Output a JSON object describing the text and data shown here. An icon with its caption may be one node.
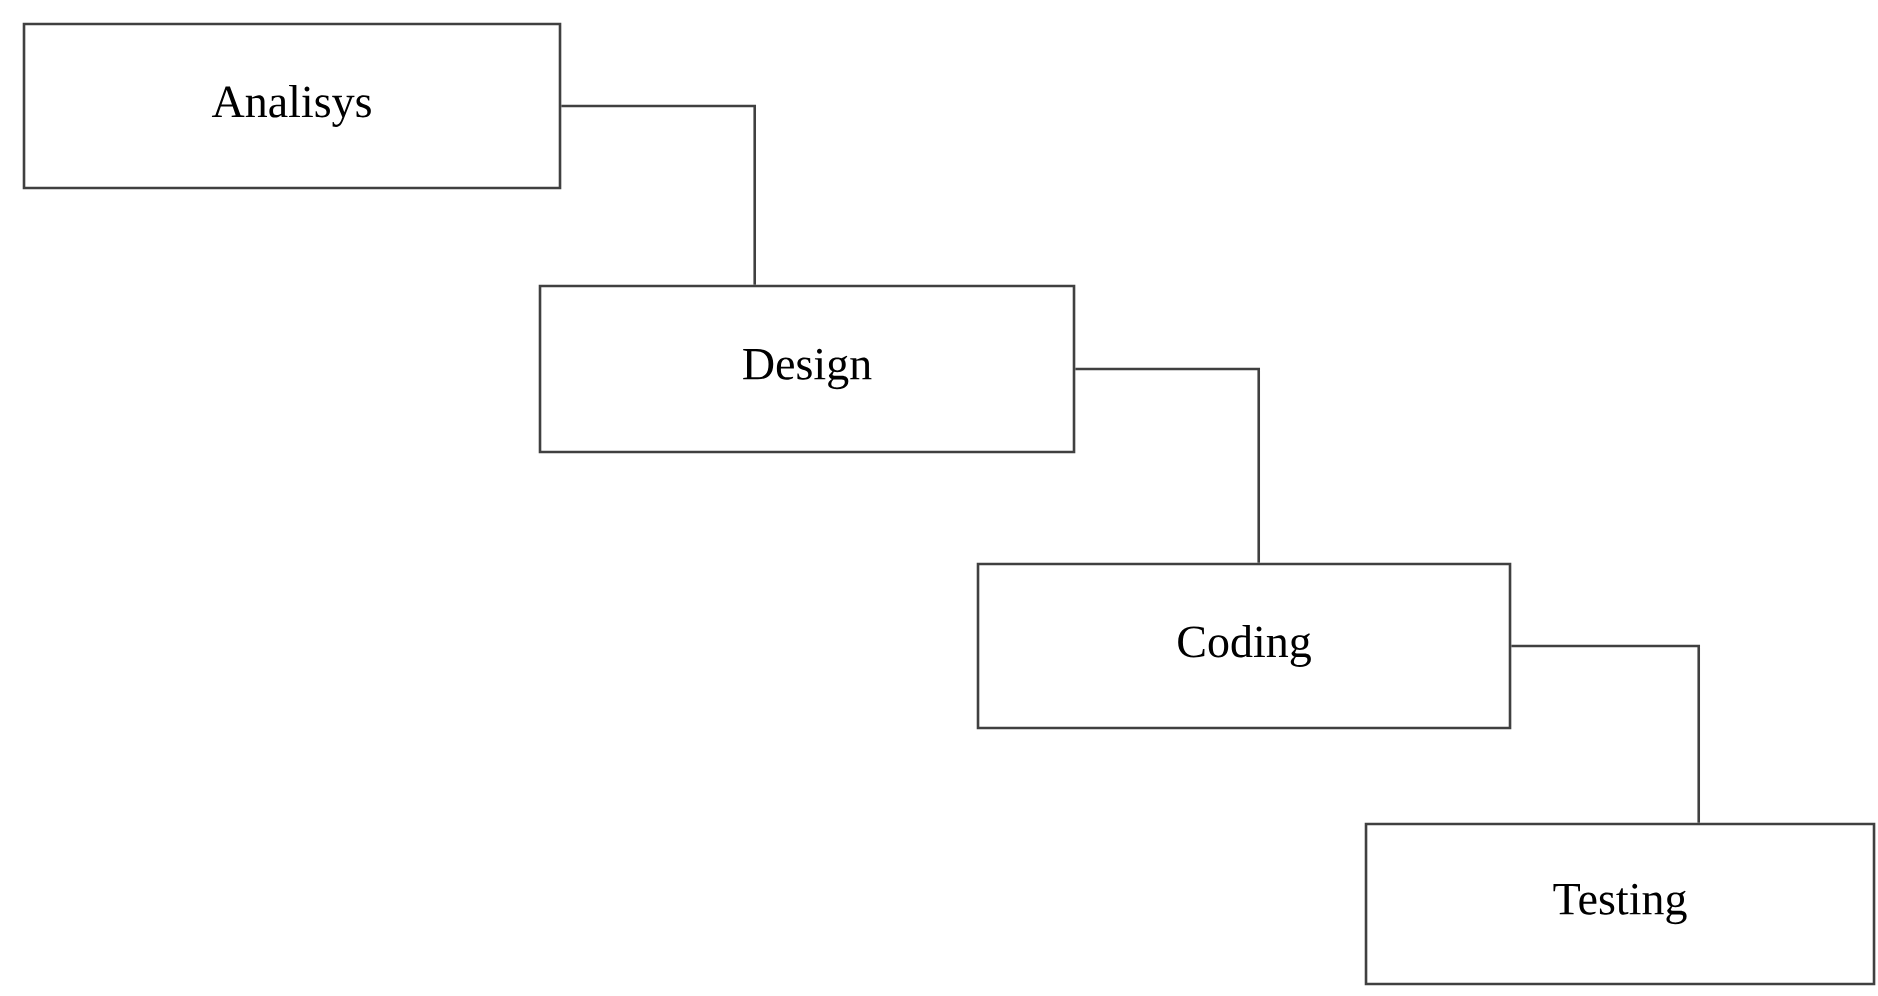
{
  "diagram": {
    "nodes": [
      {
        "text": [
          "Analisys"
        ]
      },
      {
        "text": [
          "Design"
        ]
      },
      {
        "text": [
          "Coding"
        ]
      },
      {
        "text": [
          "Testing"
        ]
      }
    ],
    "edges": [
      {
        "from": 0,
        "to": 1,
        "arrow": "none"
      },
      {
        "from": 1,
        "to": 2,
        "arrow": "none"
      },
      {
        "from": 2,
        "to": 3,
        "arrow": "none"
      }
    ]
  }
}
